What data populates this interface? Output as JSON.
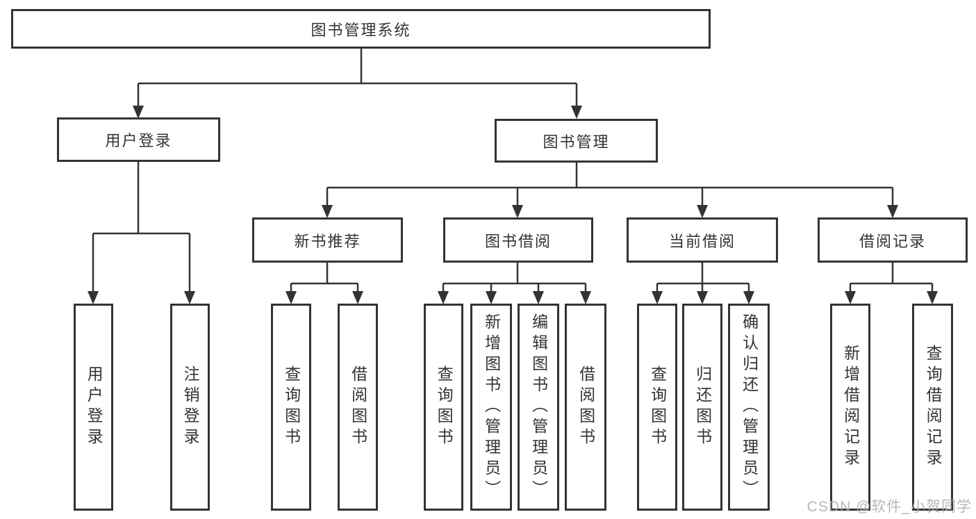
{
  "diagram": {
    "title": "图书管理系统",
    "type": "function-structure-tree",
    "tree": {
      "root": {
        "label": "图书管理系统",
        "children": [
          {
            "label": "用户登录",
            "children": [
              {
                "label": "用户登录"
              },
              {
                "label": "注销登录"
              }
            ]
          },
          {
            "label": "图书管理",
            "children": [
              {
                "label": "新书推荐",
                "children": [
                  {
                    "label": "查询图书"
                  },
                  {
                    "label": "借阅图书"
                  }
                ]
              },
              {
                "label": "图书借阅",
                "children": [
                  {
                    "label": "查询图书"
                  },
                  {
                    "label": "新增图书（管理员）"
                  },
                  {
                    "label": "编辑图书（管理员）"
                  },
                  {
                    "label": "借阅图书"
                  }
                ]
              },
              {
                "label": "当前借阅",
                "children": [
                  {
                    "label": "查询图书"
                  },
                  {
                    "label": "归还图书"
                  },
                  {
                    "label": "确认归还（管理员）"
                  }
                ]
              },
              {
                "label": "借阅记录",
                "children": [
                  {
                    "label": "新增借阅记录"
                  },
                  {
                    "label": "查询借阅记录"
                  }
                ]
              }
            ]
          }
        ]
      }
    },
    "colors": {
      "line": "#333333",
      "box_border": "#333333",
      "box_fill": "#ffffff",
      "text": "#333333",
      "watermark_text": "#b0b0b0",
      "background": "#ffffff"
    }
  },
  "watermark": "CSDN @软件_小贺同学"
}
